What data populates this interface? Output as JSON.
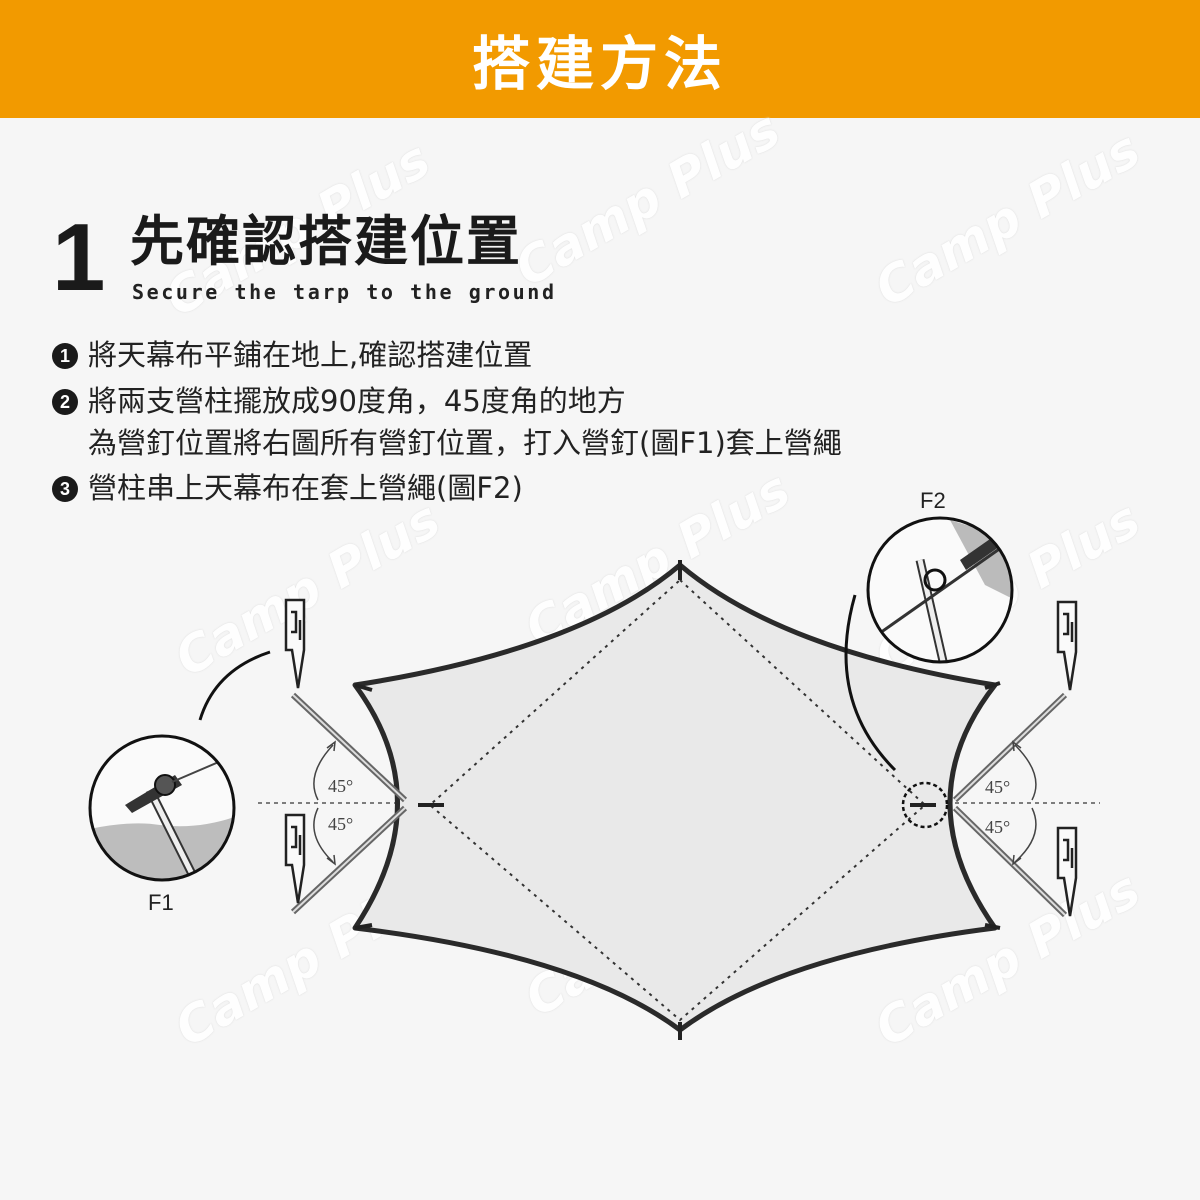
{
  "header": {
    "title": "搭建方法"
  },
  "watermark": {
    "text": "Camp Plus"
  },
  "step": {
    "number": "1",
    "title": "先確認搭建位置",
    "subtitle": "Secure the tarp to the ground"
  },
  "instructions": [
    {
      "bullet": "1",
      "lines": [
        "將天幕布平鋪在地上,確認搭建位置"
      ]
    },
    {
      "bullet": "2",
      "lines": [
        "將兩支營柱擺放成90度角，45度角的地方",
        "為營釘位置將右圖所有營釘位置，打入營釘(圖F1)套上營繩"
      ]
    },
    {
      "bullet": "3",
      "lines": [
        "營柱串上天幕布在套上營繩(圖F2)"
      ]
    }
  ],
  "diagram": {
    "f1_label": "F1",
    "f2_label": "F2",
    "angle_left_top": "45°",
    "angle_left_bottom": "45°",
    "angle_right_top": "45°",
    "angle_right_bottom": "45°"
  },
  "colors": {
    "banner": "#f29a00",
    "tarp_fill": "#e9e9e9",
    "tarp_edge": "#2a2a2a"
  }
}
